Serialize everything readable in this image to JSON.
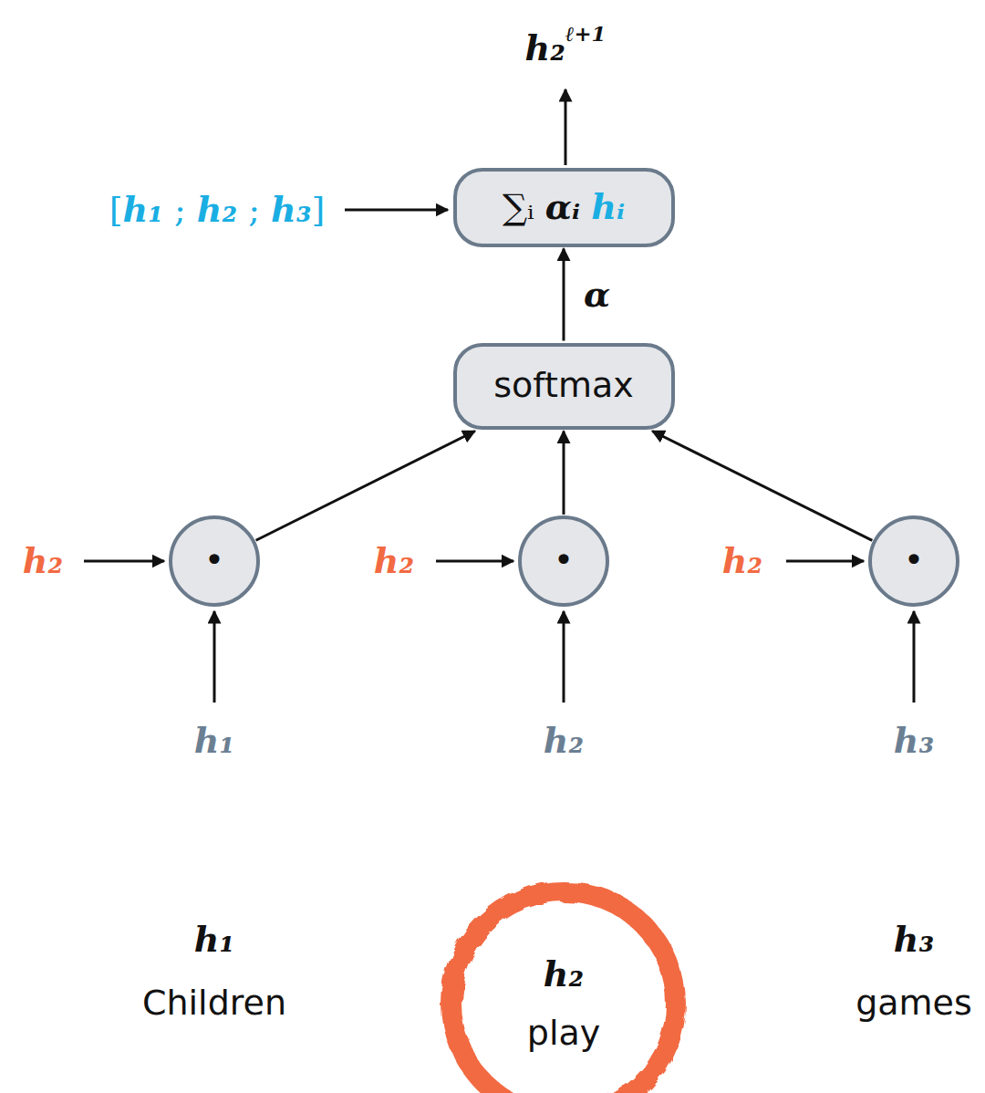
{
  "diagram": {
    "nodes": [
      {
        "text": [
          "∑ᵢ αᵢ hᵢ"
        ]
      },
      {
        "text": [
          "softmax"
        ]
      },
      {
        "text": [
          "•"
        ]
      },
      {
        "text": [
          "•"
        ]
      },
      {
        "text": [
          "•"
        ]
      },
      {
        "text": [
          "h₂",
          "play"
        ]
      }
    ],
    "edges": [
      {
        "from": 2,
        "to": 1,
        "arrow": "to"
      },
      {
        "from": 3,
        "to": 1,
        "arrow": "to"
      },
      {
        "from": 4,
        "to": 1,
        "arrow": "to"
      },
      {
        "from": 1,
        "to": 0,
        "label": "α",
        "arrow": "to"
      }
    ],
    "labels": [
      "h₂ℓ+1",
      "[h₁ ; h₂ ; h₃]",
      "h₂",
      "h₂",
      "h₂",
      "h₁",
      "h₂",
      "h₃",
      "h₁",
      "Children",
      "h₃",
      "games"
    ]
  }
}
